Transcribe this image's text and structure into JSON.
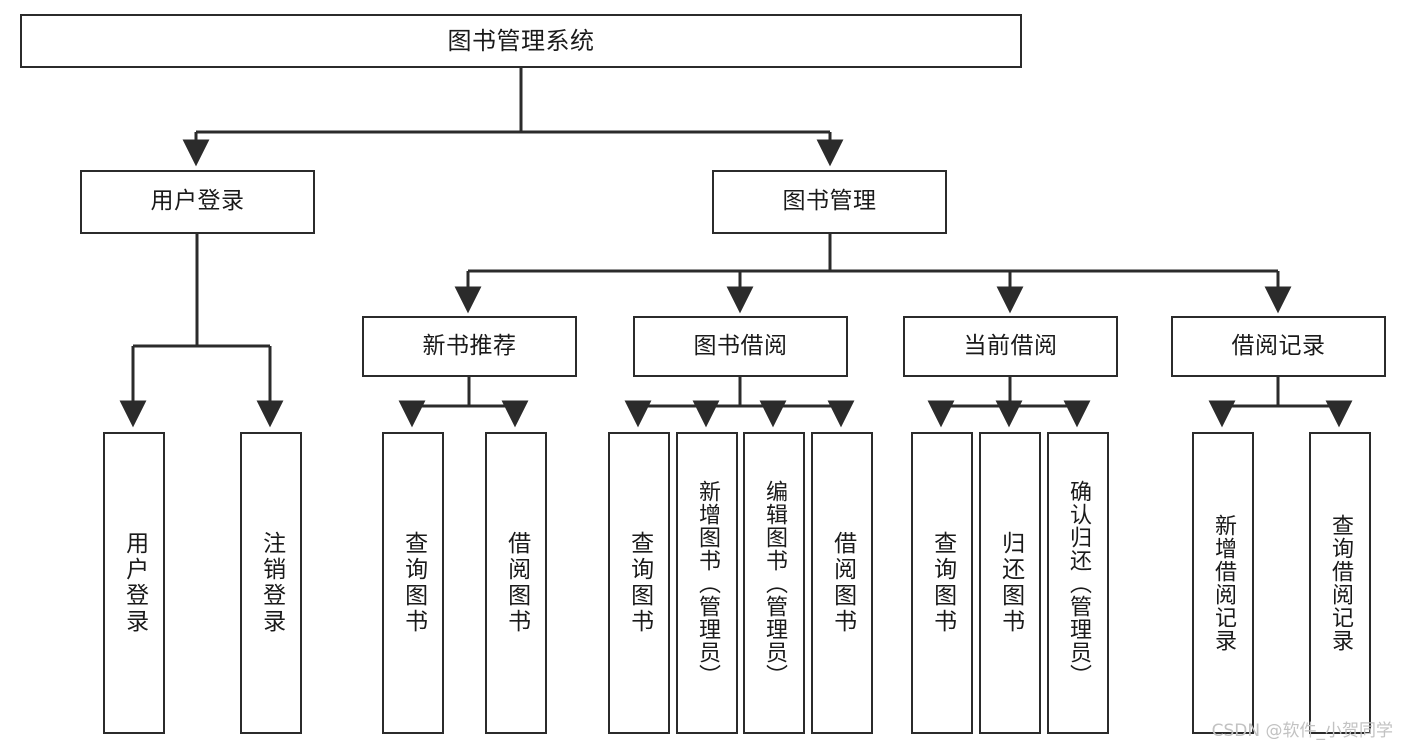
{
  "diagram": {
    "type": "tree-hierarchy-chart",
    "title": "图书管理系统",
    "orientation": "top-down",
    "colors": {
      "box_border": "#2b2b2b",
      "box_fill": "#ffffff",
      "edge": "#2b2b2b",
      "text": "#1a1a1a",
      "watermark": "#c2c2c2",
      "background": "#ffffff"
    },
    "levels": {
      "level1": [
        "图书管理系统"
      ],
      "level2": [
        "用户登录",
        "图书管理"
      ],
      "level3": [
        "新书推荐",
        "图书借阅",
        "当前借阅",
        "借阅记录"
      ],
      "level4": [
        "用户登录",
        "注销登录",
        "查询图书",
        "借阅图书",
        "查询图书",
        "新增图书（管理员）",
        "编辑图书（管理员）",
        "借阅图书",
        "查询图书",
        "归还图书",
        "确认归还（管理员）",
        "新增借阅记录",
        "查询借阅记录"
      ]
    },
    "nodes": {
      "root": {
        "label": "图书管理系统"
      },
      "user_login": {
        "label": "用户登录"
      },
      "book_manage": {
        "label": "图书管理"
      },
      "new_book_rec": {
        "label": "新书推荐"
      },
      "book_borrow": {
        "label": "图书借阅"
      },
      "current_borrow": {
        "label": "当前借阅"
      },
      "borrow_record": {
        "label": "借阅记录"
      },
      "leaf_user_login": {
        "label": "用户登录"
      },
      "leaf_logout": {
        "label": "注销登录"
      },
      "leaf_query_book_1": {
        "label": "查询图书"
      },
      "leaf_borrow_book_1": {
        "label": "借阅图书"
      },
      "leaf_query_book_2": {
        "label": "查询图书"
      },
      "leaf_add_book": {
        "label": "新增图书（管理员）"
      },
      "leaf_edit_book": {
        "label": "编辑图书（管理员）"
      },
      "leaf_borrow_book_2": {
        "label": "借阅图书"
      },
      "leaf_query_book_3": {
        "label": "查询图书"
      },
      "leaf_return_book": {
        "label": "归还图书"
      },
      "leaf_confirm_return": {
        "label": "确认归还（管理员）"
      },
      "leaf_add_record": {
        "label": "新增借阅记录"
      },
      "leaf_query_record": {
        "label": "查询借阅记录"
      }
    },
    "edges": [
      {
        "from": "root",
        "to": "user_login"
      },
      {
        "from": "root",
        "to": "book_manage"
      },
      {
        "from": "user_login",
        "to": "leaf_user_login"
      },
      {
        "from": "user_login",
        "to": "leaf_logout"
      },
      {
        "from": "book_manage",
        "to": "new_book_rec"
      },
      {
        "from": "book_manage",
        "to": "book_borrow"
      },
      {
        "from": "book_manage",
        "to": "current_borrow"
      },
      {
        "from": "book_manage",
        "to": "borrow_record"
      },
      {
        "from": "new_book_rec",
        "to": "leaf_query_book_1"
      },
      {
        "from": "new_book_rec",
        "to": "leaf_borrow_book_1"
      },
      {
        "from": "book_borrow",
        "to": "leaf_query_book_2"
      },
      {
        "from": "book_borrow",
        "to": "leaf_add_book"
      },
      {
        "from": "book_borrow",
        "to": "leaf_edit_book"
      },
      {
        "from": "book_borrow",
        "to": "leaf_borrow_book_2"
      },
      {
        "from": "current_borrow",
        "to": "leaf_query_book_3"
      },
      {
        "from": "current_borrow",
        "to": "leaf_return_book"
      },
      {
        "from": "current_borrow",
        "to": "leaf_confirm_return"
      },
      {
        "from": "borrow_record",
        "to": "leaf_add_record"
      },
      {
        "from": "borrow_record",
        "to": "leaf_query_record"
      }
    ]
  },
  "watermark": {
    "text": "CSDN @软件_小贺同学"
  }
}
